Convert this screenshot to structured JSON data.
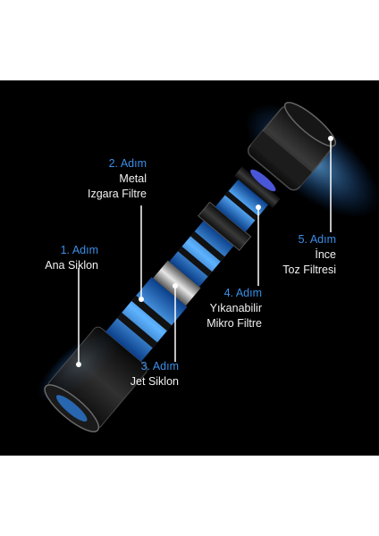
{
  "colors": {
    "background": "#000000",
    "accent": "#3a8fe8",
    "text": "#f2f2f2"
  },
  "steps": [
    {
      "step": "1. Adım",
      "line1": "Ana Siklon",
      "line2": ""
    },
    {
      "step": "2. Adım",
      "line1": "Metal",
      "line2": "Izgara Filtre"
    },
    {
      "step": "3. Adım",
      "line1": "Jet Siklon",
      "line2": ""
    },
    {
      "step": "4. Adım",
      "line1": "Yıkanabilir",
      "line2": "Mikro Filtre"
    },
    {
      "step": "5. Adım",
      "line1": "İnce",
      "line2": "Toz Filtresi"
    }
  ]
}
